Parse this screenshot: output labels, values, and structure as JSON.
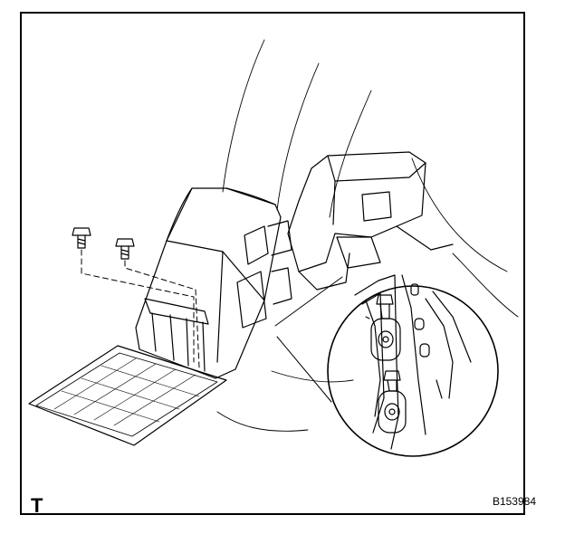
{
  "diagram": {
    "view_marker": "T",
    "illustration_code": "B153984",
    "colors": {
      "line": "#000000",
      "paper": "#ffffff"
    },
    "parts": [
      "bolt-left",
      "bolt-right",
      "console-box-assembly",
      "mounting-bracket-detail"
    ]
  }
}
